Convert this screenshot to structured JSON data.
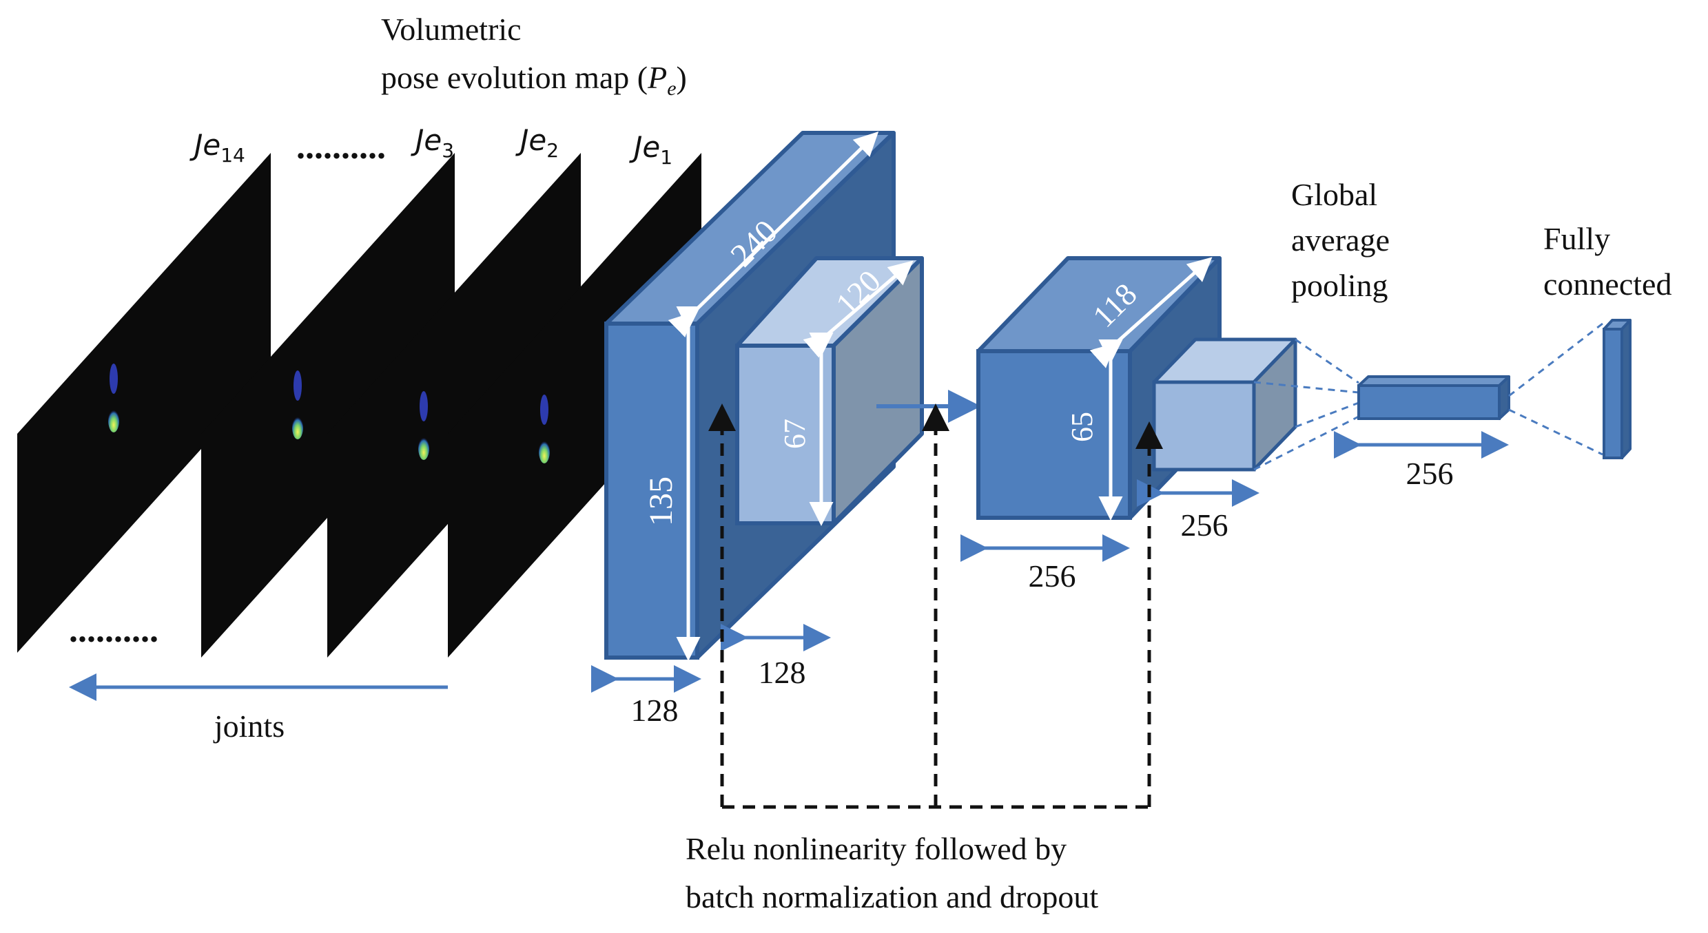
{
  "title": {
    "line1": "Volumetric",
    "line2": "pose evolution map (",
    "symbol": "P",
    "subscript": "e",
    "close": ")"
  },
  "frames": [
    {
      "base": "Je",
      "sub": "14"
    },
    {
      "base": "Je",
      "sub": "3"
    },
    {
      "base": "Je",
      "sub": "2"
    },
    {
      "base": "Je",
      "sub": "1"
    }
  ],
  "ellipsis": "..........",
  "joints_label": "joints",
  "block1": {
    "depth": "240",
    "height": "135",
    "width": "128"
  },
  "block2": {
    "depth": "120",
    "height": "67",
    "width": "128"
  },
  "block3": {
    "depth": "118",
    "height": "65",
    "width": "256"
  },
  "block4": {
    "width": "256"
  },
  "gap_label": {
    "line1": "Global",
    "line2": "average",
    "line3": "pooling"
  },
  "gap_width": "256",
  "fc_label": {
    "line1": "Fully",
    "line2": "connected"
  },
  "note": {
    "line1": "Relu nonlinearity followed by",
    "line2": "batch normalization and dropout"
  },
  "colors": {
    "block_front": "#4f7fbd",
    "block_top": "#6f96c9",
    "block_side": "#3a6396",
    "light_front": "#9bb7dd",
    "light_top": "#b9cde8",
    "light_side": "#7f94ab",
    "edge": "#2f5a94",
    "arrow": "#4a7bbf",
    "frame": "#0b0b0b"
  }
}
